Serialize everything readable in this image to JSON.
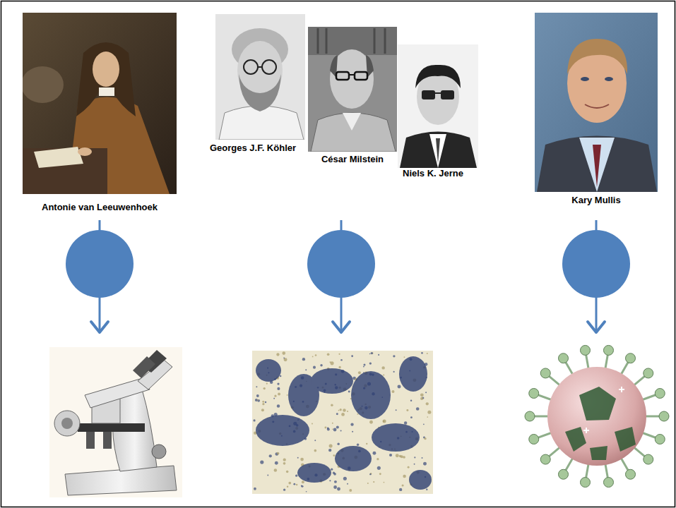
{
  "diagram": {
    "nodes": [
      {
        "text": [
          "Antonie van Leeuwenhoek"
        ]
      },
      {
        "text": [
          "Georges J.F. Köhler"
        ]
      },
      {
        "text": [
          "César Milstein"
        ]
      },
      {
        "text": [
          "Niels K. Jerne"
        ]
      },
      {
        "text": [
          "Kary Mullis"
        ]
      }
    ]
  }
}
